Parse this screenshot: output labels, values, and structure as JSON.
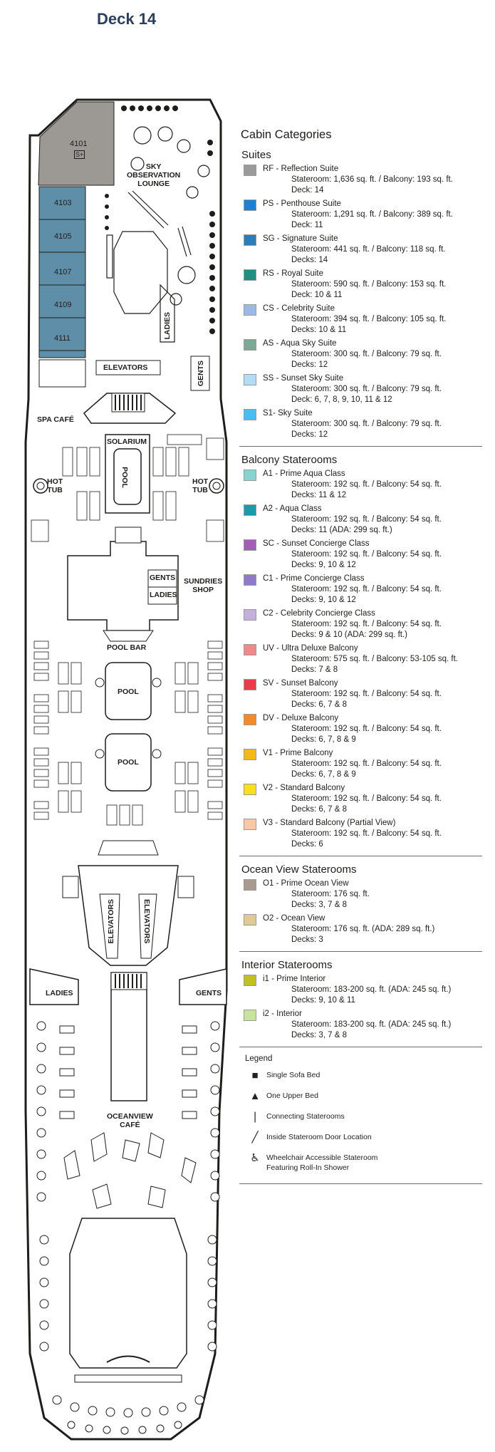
{
  "deck_title": "Deck 14",
  "map": {
    "cabins": [
      "4101",
      "4103",
      "4105",
      "4107",
      "4109",
      "4111"
    ],
    "cabin_4101_badge": "S+",
    "labels": {
      "sky_observation_lounge": "SKY\nOBSERVATION\nLOUNGE",
      "ladies_fwd": "LADIES",
      "elevators_fwd": "ELEVATORS",
      "gents_fwd": "GENTS",
      "spa_cafe": "SPA CAFÉ",
      "solarium": "SOLARIUM",
      "pool_solarium": "POOL",
      "hot_tub_left": "HOT\nTUB",
      "hot_tub_right": "HOT\nTUB",
      "gents_mid": "GENTS",
      "ladies_mid": "LADIES",
      "sundries_shop": "SUNDRIES\nSHOP",
      "pool_bar": "POOL BAR",
      "pool_1": "POOL",
      "pool_2": "POOL",
      "elevators_mid_left": "ELEVATORS",
      "elevators_mid_right": "ELEVATORS",
      "ladies_aft": "LADIES",
      "gents_aft": "GENTS",
      "oceanview_cafe": "OCEANVIEW\nCAFÉ"
    },
    "colors": {
      "suite_rf": "#9c9995",
      "suite_sg_cabins": "#5f8fa8",
      "hull": "#1d1d1b"
    }
  },
  "legend": {
    "title": "Cabin Categories",
    "sections": [
      {
        "title": "Suites",
        "items": [
          {
            "name": "RF - Reflection Suite",
            "color": "#9a9a9a",
            "lines": [
              "Stateroom: 1,636 sq. ft. / Balcony: 193 sq. ft.",
              "Deck: 14"
            ]
          },
          {
            "name": "PS - Penthouse Suite",
            "color": "#1f7fd0",
            "lines": [
              "Stateroom: 1,291 sq. ft. / Balcony: 389 sq. ft.",
              "Deck: 11"
            ]
          },
          {
            "name": "SG - Signature Suite",
            "color": "#2a7db8",
            "lines": [
              "Stateroom: 441 sq. ft. / Balcony: 118 sq. ft.",
              "Decks: 14"
            ]
          },
          {
            "name": "RS - Royal Suite",
            "color": "#1f8f80",
            "lines": [
              "Stateroom: 590 sq. ft. / Balcony: 153 sq. ft.",
              "Deck: 10 & 11"
            ]
          },
          {
            "name": "CS - Celebrity Suite",
            "color": "#9cb8e3",
            "lines": [
              "Stateroom: 394 sq. ft. / Balcony: 105 sq. ft.",
              "Decks: 10 & 11"
            ]
          },
          {
            "name": "AS - Aqua Sky Suite",
            "color": "#7fa996",
            "lines": [
              "Stateroom: 300 sq. ft. / Balcony: 79 sq. ft.",
              "Decks: 12"
            ]
          },
          {
            "name": "SS - Sunset Sky Suite",
            "color": "#b3dcf5",
            "lines": [
              "Stateroom: 300 sq. ft. / Balcony: 79 sq. ft.",
              "Deck: 6, 7, 8, 9, 10, 11 & 12"
            ]
          },
          {
            "name": "S1- Sky Suite",
            "color": "#48bdf0",
            "lines": [
              "Stateroom: 300 sq. ft. / Balcony: 79 sq. ft.",
              "Decks: 12"
            ]
          }
        ]
      },
      {
        "title": "Balcony Staterooms",
        "items": [
          {
            "name": "A1 - Prime Aqua Class",
            "color": "#86d3cf",
            "lines": [
              "Stateroom: 192 sq. ft. / Balcony: 54 sq. ft.",
              "Decks: 11 & 12"
            ]
          },
          {
            "name": "A2 - Aqua Class",
            "color": "#1d9aa8",
            "lines": [
              "Stateroom: 192 sq. ft. / Balcony: 54 sq. ft.",
              "Decks: 11   (ADA: 299 sq. ft.)"
            ]
          },
          {
            "name": "SC - Sunset Concierge Class",
            "color": "#a25eb5",
            "lines": [
              "Stateroom: 192 sq. ft. / Balcony: 54 sq. ft.",
              "Decks: 9, 10 & 12"
            ]
          },
          {
            "name": "C1 - Prime Concierge Class",
            "color": "#8f79c9",
            "lines": [
              "Stateroom: 192 sq. ft. / Balcony: 54 sq. ft.",
              "Decks: 9, 10 & 12"
            ]
          },
          {
            "name": "C2 - Celebrity Concierge Class",
            "color": "#c3b1db",
            "lines": [
              "Stateroom: 192 sq. ft. / Balcony: 54 sq. ft.",
              "Decks: 9 & 10    (ADA: 299 sq. ft.)"
            ]
          },
          {
            "name": "UV - Ultra Deluxe Balcony",
            "color": "#f08a8a",
            "lines": [
              "Stateroom: 575 sq. ft. / Balcony: 53-105 sq. ft.",
              "Decks: 7 & 8"
            ]
          },
          {
            "name": "SV - Sunset Balcony",
            "color": "#e53e4a",
            "lines": [
              "Stateroom: 192 sq. ft. / Balcony: 54 sq. ft.",
              "Decks: 6, 7 & 8"
            ]
          },
          {
            "name": "DV - Deluxe Balcony",
            "color": "#f28a2a",
            "lines": [
              "Stateroom: 192 sq. ft. / Balcony: 54 sq. ft.",
              "Decks: 6, 7, 8 & 9"
            ]
          },
          {
            "name": "V1 - Prime Balcony",
            "color": "#f2b81c",
            "lines": [
              "Stateroom: 192 sq. ft. / Balcony: 54 sq. ft.",
              "Decks: 6, 7, 8 & 9"
            ]
          },
          {
            "name": "V2 - Standard Balcony",
            "color": "#f7e01a",
            "lines": [
              "Stateroom: 192 sq. ft. / Balcony: 54 sq. ft.",
              "Decks: 6, 7 & 8"
            ]
          },
          {
            "name": "V3 - Standard Balcony (Partial View)",
            "color": "#f9c8a8",
            "lines": [
              "Stateroom: 192 sq. ft. / Balcony: 54 sq. ft.",
              "Decks: 6"
            ]
          }
        ]
      },
      {
        "title": "Ocean View Staterooms",
        "items": [
          {
            "name": "O1 - Prime Ocean View",
            "color": "#a89a8f",
            "lines": [
              "Stateroom: 176 sq. ft.",
              "Decks: 3, 7 & 8"
            ]
          },
          {
            "name": "O2 - Ocean View",
            "color": "#dfc997",
            "lines": [
              "Stateroom: 176 sq. ft. (ADA: 289 sq. ft.)",
              "Decks: 3"
            ]
          }
        ]
      },
      {
        "title": "Interior Staterooms",
        "items": [
          {
            "name": "i1 - Prime Interior",
            "color": "#c2be2a",
            "lines": [
              "Stateroom: 183-200 sq. ft. (ADA: 245 sq. ft.)",
              "Decks: 9, 10 & 11"
            ]
          },
          {
            "name": "i2 - Interior",
            "color": "#c8e3a0",
            "lines": [
              "Stateroom: 183-200 sq. ft. (ADA: 245 sq. ft.)",
              "Decks: 3, 7 & 8"
            ]
          }
        ]
      }
    ],
    "key": {
      "title": "Legend",
      "items": [
        {
          "icon": "square-icon",
          "symbol": "■",
          "label": "Single Sofa Bed"
        },
        {
          "icon": "triangle-icon",
          "symbol": "▲",
          "label": "One Upper Bed"
        },
        {
          "icon": "vertical-bar-icon",
          "symbol": "❘",
          "label": "Connecting Staterooms"
        },
        {
          "icon": "slash-icon",
          "symbol": "╱",
          "label": "Inside Stateroom Door Location"
        },
        {
          "icon": "wheelchair-icon",
          "symbol": "♿",
          "label": "Wheelchair Accessible Stateroom\nFeaturing Roll-In Shower"
        }
      ]
    }
  }
}
